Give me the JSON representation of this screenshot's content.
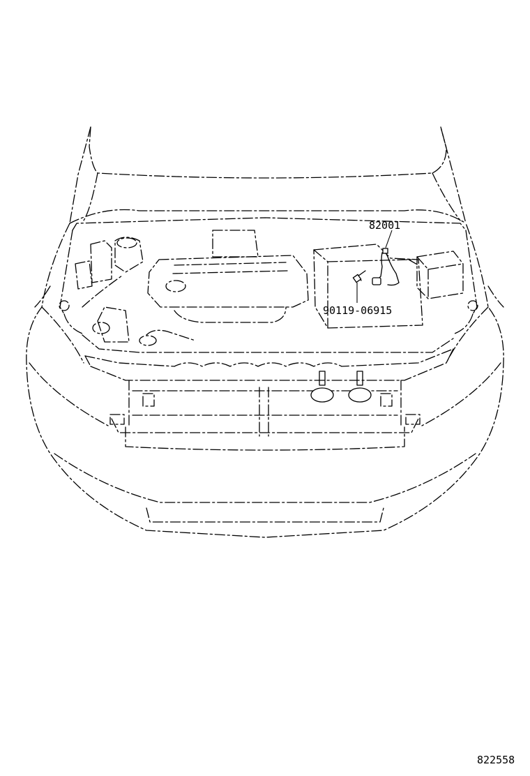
{
  "callouts": {
    "sensor_part": "82001",
    "bolt_part": "90119-06915"
  },
  "diagram_number": "822558",
  "colors": {
    "line": "#000000",
    "background": "#ffffff"
  }
}
